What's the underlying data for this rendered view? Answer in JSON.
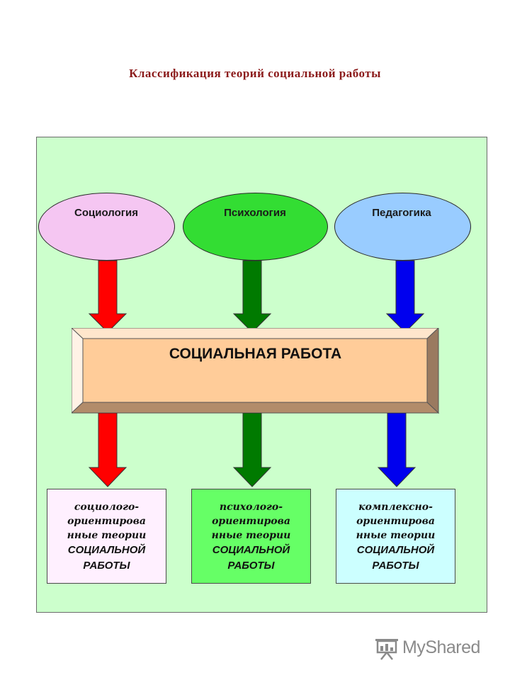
{
  "title": "Классификация теорий социальной работы",
  "disciplines": [
    {
      "label": "Социология",
      "color": "#f5c6f2"
    },
    {
      "label": "Психология",
      "color": "#33dd33"
    },
    {
      "label": "Педагогика",
      "color": "#99ccff"
    }
  ],
  "center": {
    "label": "СОЦИАЛЬНАЯ РАБОТА",
    "color": "#ffcc99"
  },
  "arrow_colors": [
    "#ff0000",
    "#007a00",
    "#0000ee"
  ],
  "theories": [
    {
      "line1": "социолого-\nориентирова\nнные теории",
      "line2": "СОЦИАЛЬНОЙ\nРАБОТЫ",
      "color": "#fff0ff"
    },
    {
      "line1": "психолого-\nориентирова\nнные теории",
      "line2": "СОЦИАЛЬНОЙ\nРАБОТЫ",
      "color": "#66ff66"
    },
    {
      "line1": "комплексно-\nориентирова\nнные теории",
      "line2": "СОЦИАЛЬНОЙ\nРАБОТЫ",
      "color": "#ccffff"
    }
  ],
  "panel_color": "#ccffcc",
  "watermark": "MyShared"
}
